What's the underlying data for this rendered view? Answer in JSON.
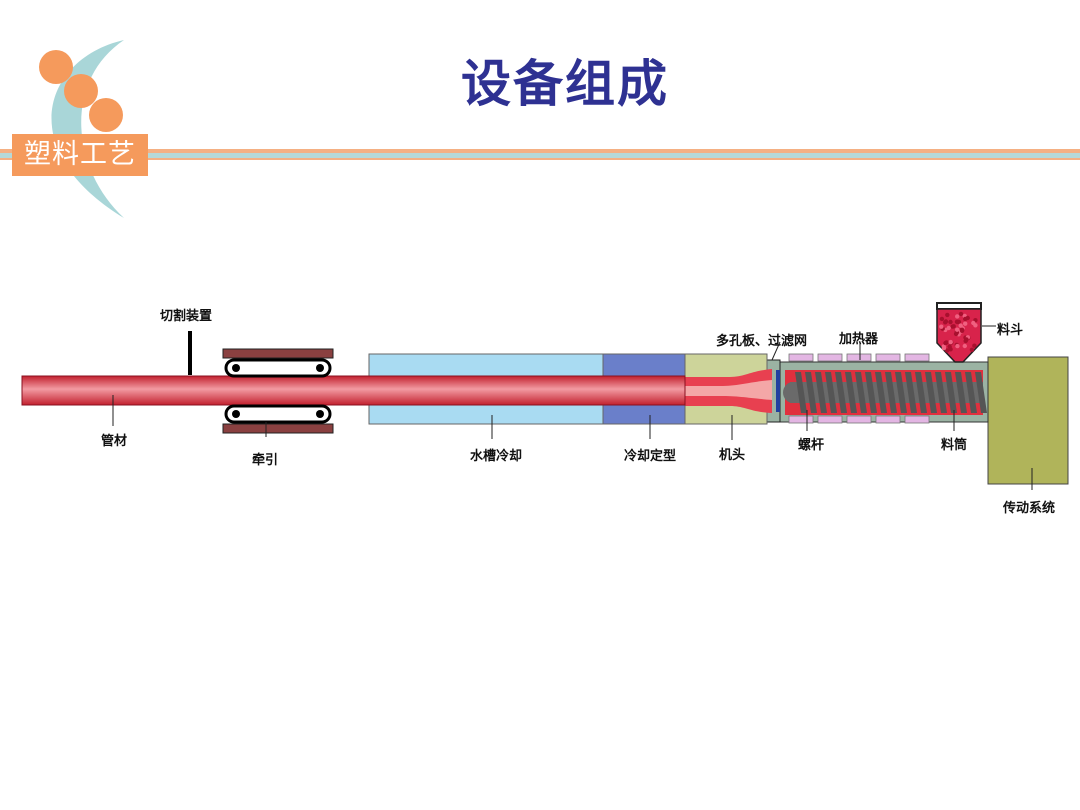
{
  "slide": {
    "title": "设备组成",
    "section_badge": "塑料工艺"
  },
  "diagram": {
    "labels": {
      "cutter": "切割装置",
      "pipe": "管材",
      "puller": "牵引",
      "water_tank": "水槽冷却",
      "sizing": "冷却定型",
      "die_head": "机头",
      "breaker_plate": "多孔板、过滤网",
      "heater": "加热器",
      "hopper": "料斗",
      "screw": "螺杆",
      "barrel": "料筒",
      "drive": "传动系统"
    }
  },
  "colors": {
    "title": "#2e3192",
    "accent_orange": "#f59a5c",
    "accent_teal": "#a9d6d8",
    "pipe_red": "#e84050",
    "water_blue": "#a9dbf2",
    "sizing_blue": "#6a7fca",
    "die_olive": "#cdd49a",
    "drive_olive": "#b0b45a",
    "heater_pink": "#e3b6e3",
    "barrel_green": "#9bb3a3"
  }
}
